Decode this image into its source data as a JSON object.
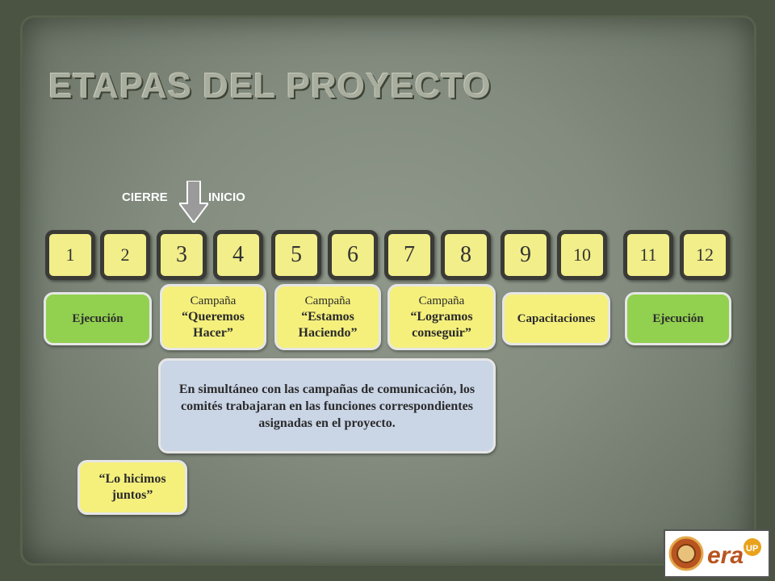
{
  "title": "ETAPAS DEL PROYECTO",
  "markers": {
    "cierre": "CIERRE",
    "inicio": "INICIO"
  },
  "steps": [
    "1",
    "2",
    "3",
    "4",
    "5",
    "6",
    "7",
    "8",
    "9",
    "10",
    "11",
    "12"
  ],
  "stage_boxes": {
    "ejecucion_1": "Ejecución",
    "campaign_1_line1": "Campaña",
    "campaign_1_line2": "“Queremos Hacer”",
    "campaign_2_line1": "Campaña",
    "campaign_2_line2": "“Estamos Haciendo”",
    "campaign_3_line1": "Campaña",
    "campaign_3_line2": "“Logramos conseguir”",
    "capacitaciones": "Capacitaciones",
    "ejecucion_2": "Ejecución"
  },
  "note": "En simultáneo con las campañas de comunicación, los comités trabajaran en las funciones correspondientes asignadas en el proyecto.",
  "slogan": "“Lo hicimos juntos”",
  "logo": {
    "text": "era",
    "superscript": "UP"
  },
  "colors": {
    "green": "#92d050",
    "yellow": "#f5f07c",
    "blue": "#cad5e6",
    "step_fill": "#f2ee8a",
    "step_border": "#3a3a36",
    "arrow": "#9a9a9a"
  }
}
